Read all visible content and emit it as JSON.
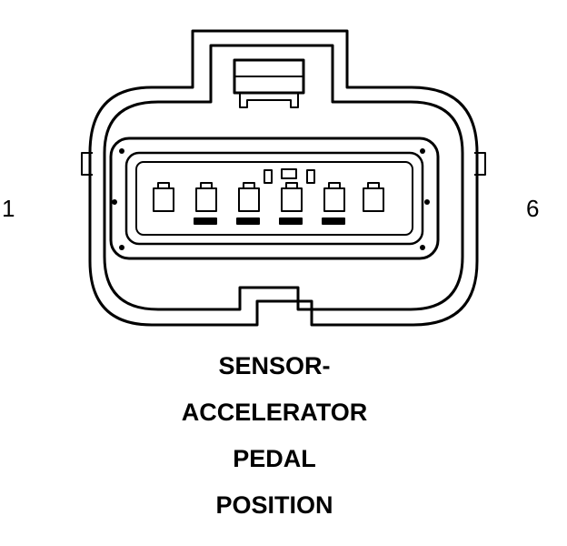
{
  "connector": {
    "pin_first_label": "1",
    "pin_last_label": "6",
    "cavity_count": 6,
    "line_color": "#000000",
    "background_color": "#ffffff"
  },
  "title": {
    "lines": [
      "SENSOR-",
      "ACCELERATOR",
      "PEDAL",
      "POSITION"
    ]
  }
}
